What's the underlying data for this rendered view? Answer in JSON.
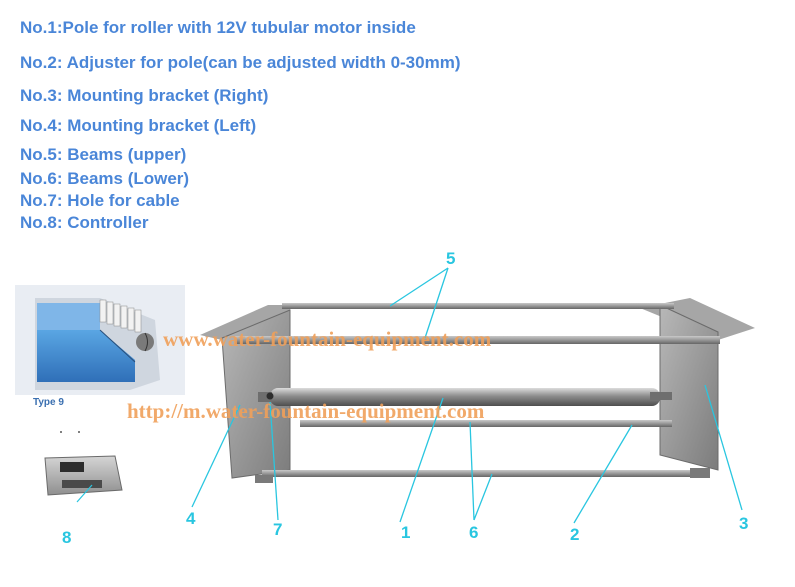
{
  "legend": [
    "No.1:Pole for roller with 12V tubular motor inside",
    "No.2: Adjuster for pole(can be adjusted width 0-30mm)",
    "No.3: Mounting bracket (Right)",
    "No.4: Mounting bracket (Left)",
    "No.5: Beams (upper)",
    "No.6: Beams (Lower)",
    "No.7: Hole for cable",
    "No.8: Controller"
  ],
  "callouts": {
    "n1": "1",
    "n2": "2",
    "n3": "3",
    "n4": "4",
    "n5": "5",
    "n6": "6",
    "n7": "7",
    "n8": "8"
  },
  "inset": {
    "type_label": "Type 9"
  },
  "watermarks": {
    "site": "www.water-fountain-equipment.com",
    "mobile": "http://m.water-fountain-equipment.com"
  },
  "colors": {
    "legend_text": "#4a86d8",
    "callout_text": "#29c6e0",
    "watermark": "#f0a05a",
    "frame": "#8a8a8a"
  }
}
